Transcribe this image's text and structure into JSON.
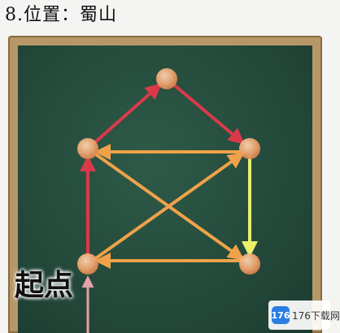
{
  "title": "8.位置：蜀山",
  "start_label": "起点",
  "watermark": {
    "logo_text": "176",
    "text": "176下载网"
  },
  "colors": {
    "board_frame": "#b79768",
    "board_fill": "#244a3b",
    "node": "#f4a872",
    "stroke_orange": "#f0a24a",
    "stroke_red": "#d93a4a",
    "stroke_yellow": "#e9f06a",
    "start_arrow": "#e6a0a8"
  },
  "puzzle": {
    "nodes": [
      {
        "id": "top"
      },
      {
        "id": "left-mid"
      },
      {
        "id": "right-mid"
      },
      {
        "id": "bottom-left"
      },
      {
        "id": "bottom-right"
      }
    ],
    "strokes": [
      {
        "from": "bottom-left",
        "to": "left-mid",
        "color": "red"
      },
      {
        "from": "left-mid",
        "to": "top",
        "color": "red"
      },
      {
        "from": "top",
        "to": "right-mid",
        "color": "red"
      },
      {
        "from": "right-mid",
        "to": "left-mid",
        "color": "orange"
      },
      {
        "from": "left-mid",
        "to": "bottom-right",
        "color": "orange"
      },
      {
        "from": "bottom-right",
        "to": "bottom-left",
        "color": "orange"
      },
      {
        "from": "bottom-left",
        "to": "right-mid",
        "color": "orange"
      },
      {
        "from": "right-mid",
        "to": "bottom-right",
        "color": "yellow"
      }
    ],
    "start_node": "bottom-left"
  }
}
